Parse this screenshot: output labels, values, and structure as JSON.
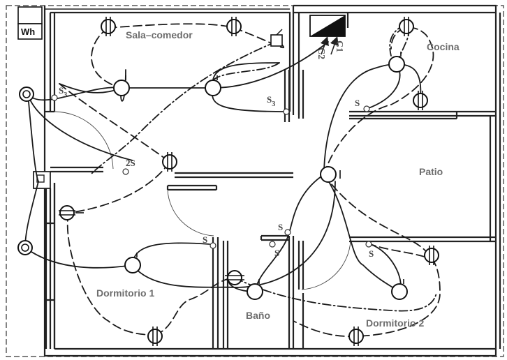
{
  "meter": {
    "label": "Wh"
  },
  "rooms": {
    "sala": "Sala–comedor",
    "cocina": "Cocina",
    "patio": "Patio",
    "dorm1": "Dormitorio 1",
    "bano": "Baño",
    "dorm2": "Dormitorio 2"
  },
  "switches": {
    "s3_left": "S",
    "s3_left_sub": "3",
    "s3_right": "S",
    "s3_right_sub": "3",
    "two_s": "2S",
    "cocina": "S",
    "bano_top": "S",
    "bano_mid": "S",
    "dorm1": "S",
    "dorm2": "S"
  },
  "circuits": {
    "c1": "C1",
    "c2": "C2"
  }
}
